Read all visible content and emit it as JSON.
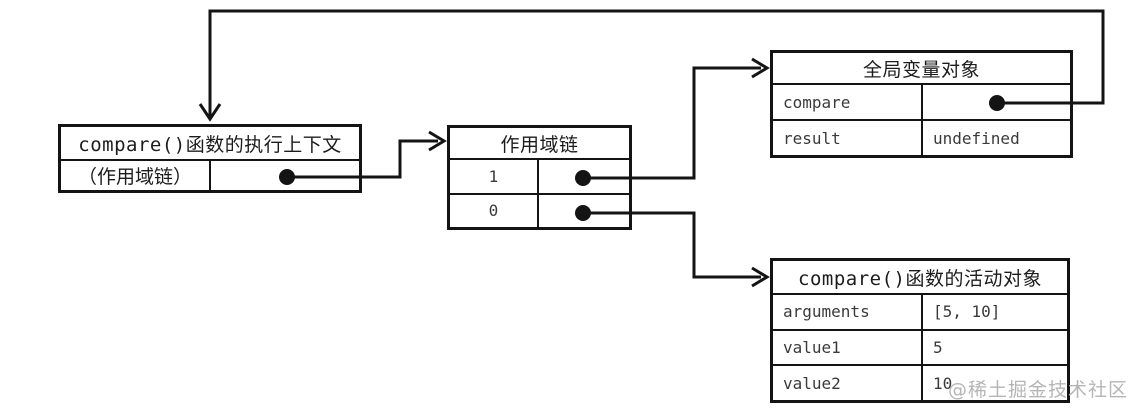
{
  "diagram": {
    "background": "#ffffff",
    "colors": {
      "line": "#141414",
      "box_border": "#141414",
      "cjk_text": "#1c1c1c",
      "mono_text": "#3a3a3a",
      "watermark": "#b5b5b5"
    },
    "watermark": "@稀土掘金技术社区",
    "boxes": {
      "exec_context": {
        "title": "compare()函数的执行上下文",
        "rows": [
          {
            "label": "（作用域链）",
            "value": ""
          }
        ]
      },
      "scope_chain": {
        "title": "作用域链",
        "rows": [
          {
            "label": "1",
            "value": ""
          },
          {
            "label": "0",
            "value": ""
          }
        ]
      },
      "global_object": {
        "title": "全局变量对象",
        "rows": [
          {
            "label": "compare",
            "value": ""
          },
          {
            "label": "result",
            "value": "undefined"
          }
        ]
      },
      "activation_object": {
        "title": "compare()函数的活动对象",
        "rows": [
          {
            "label": "arguments",
            "value": "[5, 10]"
          },
          {
            "label": "value1",
            "value": "5"
          },
          {
            "label": "value2",
            "value": "10"
          }
        ]
      }
    }
  }
}
